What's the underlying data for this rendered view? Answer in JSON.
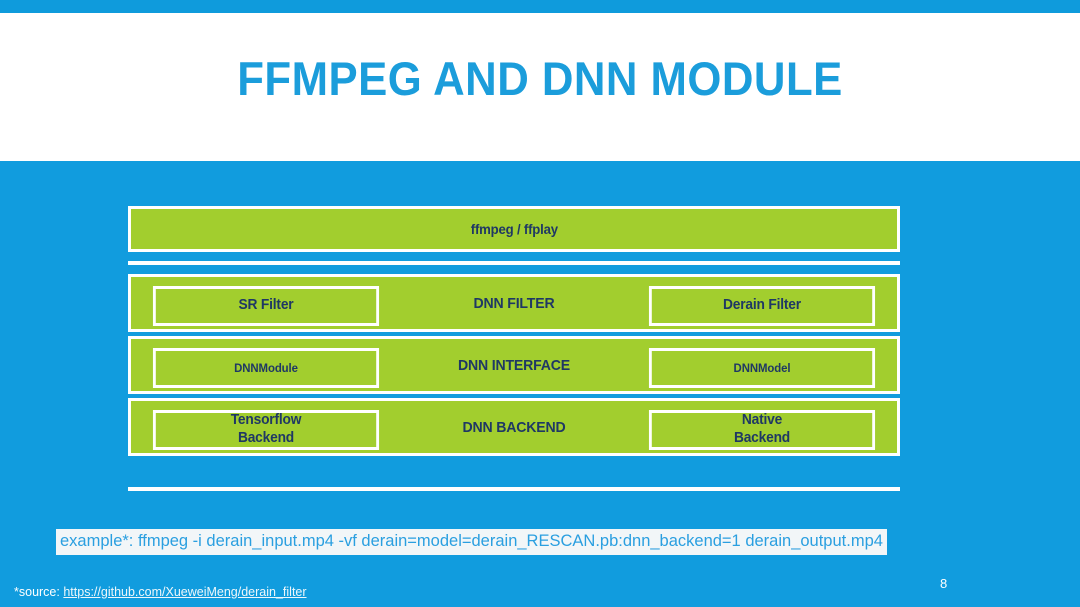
{
  "slide": {
    "title": "FFMPEG  AND DNN MODULE",
    "page_number": "8",
    "colors": {
      "accent_blue": "#119cde",
      "title_blue": "#1b9ddb",
      "green": "#a2ce2e",
      "text_navy": "#1f3864",
      "white": "#ffffff",
      "example_text_blue": "#2a9fe0",
      "example_highlight_bg": "#f2f6f8"
    }
  },
  "diagram": {
    "rows": [
      {
        "id": "ffmpeg-ffplay",
        "center_label": "ffmpeg / ffplay",
        "left_box": null,
        "right_box": null
      },
      {
        "id": "dnn-filter",
        "center_label": "DNN FILTER",
        "left_box": "SR Filter",
        "right_box": "Derain Filter"
      },
      {
        "id": "dnn-interface",
        "center_label": "DNN INTERFACE",
        "left_box": "DNNModule",
        "right_box": "DNNModel"
      },
      {
        "id": "dnn-backend",
        "center_label": "DNN BACKEND",
        "left_box_line1": "Tensorflow",
        "left_box_line2": "Backend",
        "right_box_line1": "Native",
        "right_box_line2": "Backend"
      }
    ]
  },
  "example": {
    "text": "example*: ffmpeg -i derain_input.mp4 -vf derain=model=derain_RESCAN.pb:dnn_backend=1 derain_output.mp4"
  },
  "footer": {
    "source_label": "*source: ",
    "source_link": "https://github.com/XueweiMeng/derain_filter"
  }
}
